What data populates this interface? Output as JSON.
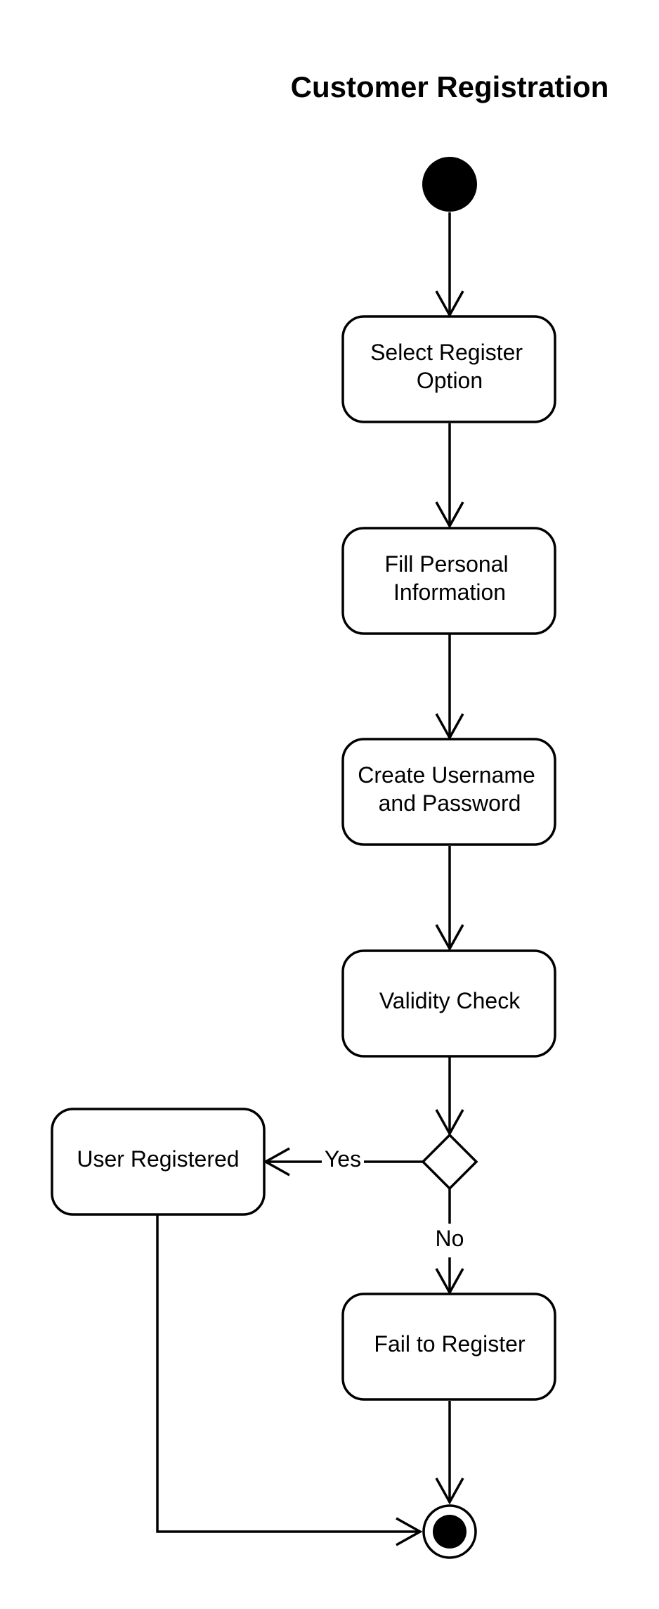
{
  "title": "Customer Registration",
  "nodes": {
    "start": {
      "type": "initial"
    },
    "select_register": {
      "type": "action",
      "lines": [
        "Select Register",
        "Option"
      ]
    },
    "fill_info": {
      "type": "action",
      "lines": [
        "Fill Personal",
        "Information"
      ]
    },
    "create_credentials": {
      "type": "action",
      "lines": [
        "Create Username",
        "and Password"
      ]
    },
    "validity_check": {
      "type": "action",
      "lines": [
        "Validity Check"
      ]
    },
    "decision": {
      "type": "decision"
    },
    "user_registered": {
      "type": "action",
      "lines": [
        "User Registered"
      ]
    },
    "fail_register": {
      "type": "action",
      "lines": [
        "Fail to Register"
      ]
    },
    "end": {
      "type": "final"
    }
  },
  "edges": [
    {
      "from": "start",
      "to": "select_register",
      "label": ""
    },
    {
      "from": "select_register",
      "to": "fill_info",
      "label": ""
    },
    {
      "from": "fill_info",
      "to": "create_credentials",
      "label": ""
    },
    {
      "from": "create_credentials",
      "to": "validity_check",
      "label": ""
    },
    {
      "from": "validity_check",
      "to": "decision",
      "label": ""
    },
    {
      "from": "decision",
      "to": "user_registered",
      "label": "Yes"
    },
    {
      "from": "decision",
      "to": "fail_register",
      "label": "No"
    },
    {
      "from": "fail_register",
      "to": "end",
      "label": ""
    },
    {
      "from": "user_registered",
      "to": "end",
      "label": ""
    }
  ],
  "labels": {
    "yes": "Yes",
    "no": "No"
  },
  "colors": {
    "stroke": "#000000",
    "fill": "#ffffff"
  }
}
